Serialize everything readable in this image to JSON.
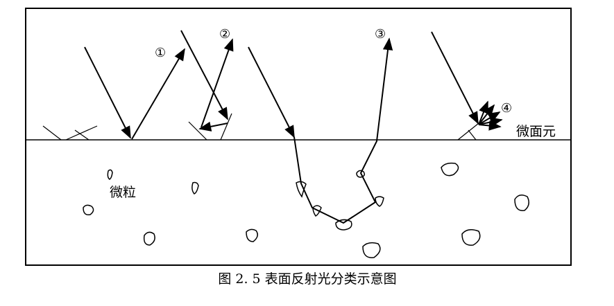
{
  "figure": {
    "caption": "图 2. 5  表面反射光分类示意图",
    "labels": {
      "ray_1": "①",
      "ray_2": "②",
      "ray_3": "③",
      "ray_4": "④",
      "microfacet": "微面元",
      "particle": "微粒"
    }
  }
}
